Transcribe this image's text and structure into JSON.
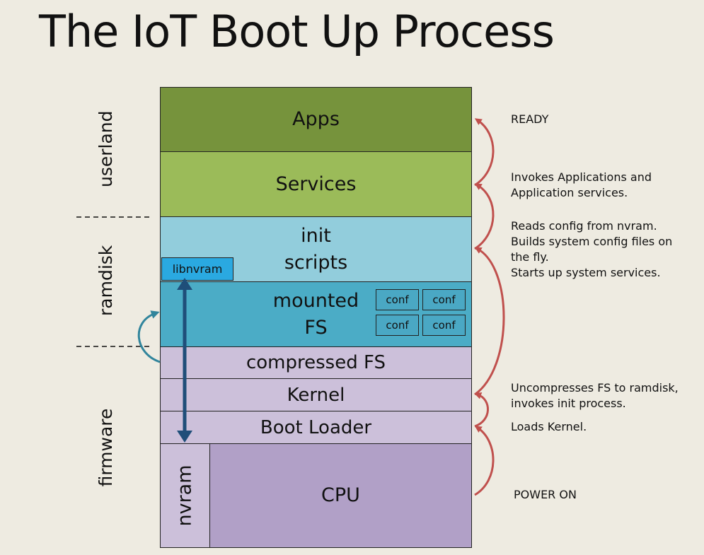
{
  "title": "The IoT Boot Up Process",
  "side_labels": {
    "userland": "userland",
    "ramdisk": "ramdisk",
    "firmware": "firmware"
  },
  "layers": {
    "apps": "Apps",
    "services": "Services",
    "init_line1": "init",
    "init_line2": "scripts",
    "mounted_line1": "mounted",
    "mounted_line2": "FS",
    "compressed": "compressed FS",
    "kernel": "Kernel",
    "bootloader": "Boot Loader",
    "cpu": "CPU",
    "nvram": "nvram",
    "libnvram": "libnvram"
  },
  "conf_boxes": [
    "conf",
    "conf",
    "conf",
    "conf"
  ],
  "notes": {
    "ready": "READY",
    "services_1": "Invokes Applications and",
    "services_2": "Application services.",
    "init_1": "Reads config from nvram.",
    "init_2": "Builds system config files on",
    "init_3": "the fly.",
    "init_4": "Starts up system services.",
    "kernel_1": "Uncompresses FS to ramdisk,",
    "kernel_2": "invokes init process.",
    "bootloader": "Loads Kernel.",
    "power": "POWER ON"
  },
  "colors": {
    "apps": "#76933c",
    "services": "#9bbb59",
    "init": "#92cddc",
    "mounted": "#4bacc6",
    "firmware_layers": "#ccc0da",
    "cpu": "#b1a0c7",
    "libnvram": "#2aa9e1",
    "red_arrows": "#c0504d",
    "teal_arrow": "#31859c",
    "nvram_arrow": "#1f4e79",
    "background": "#eeebe1"
  }
}
